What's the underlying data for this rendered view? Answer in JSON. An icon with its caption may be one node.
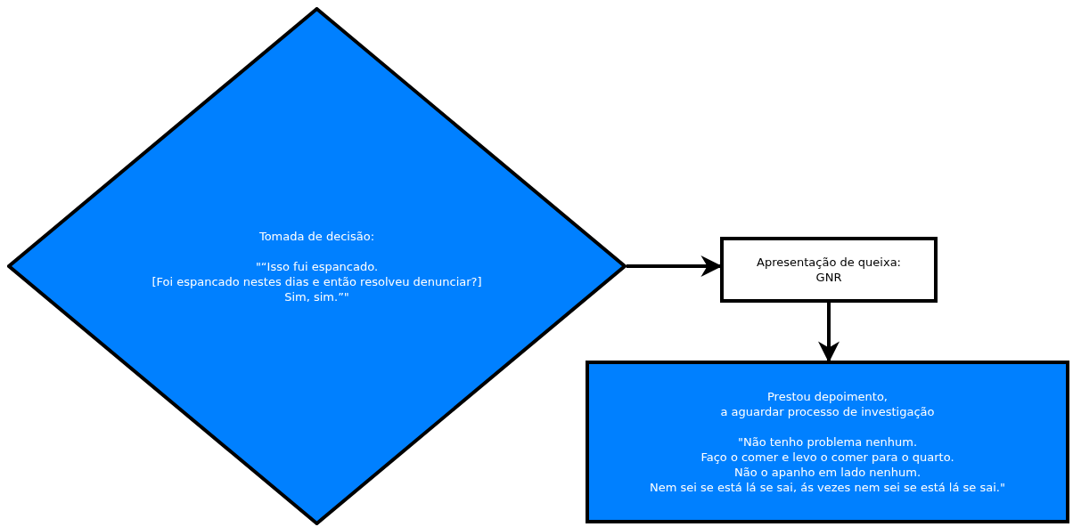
{
  "diagram": {
    "nodes": [
      {
        "text": [
          "Tomada de decisão:",
          "\"“Isso fui espancado.",
          "[Foi espancado nestes dias e então resolveu denunciar?]",
          "Sim, sim.”\""
        ]
      },
      {
        "text": [
          "Apresentação de queixa:",
          "GNR"
        ]
      },
      {
        "text": [
          "Prestou depoimento,",
          "a aguardar processo de investigação",
          "\"Não tenho problema nenhum.",
          "Faço o comer e levo o comer para o quarto.",
          "Não o apanho em lado nenhum.",
          "Nem sei se está lá se sai, ás vezes nem sei se está lá se sai.\""
        ]
      }
    ],
    "edges": [
      {
        "from": 0,
        "to": 1,
        "arrow": "to"
      },
      {
        "from": 1,
        "to": 2,
        "arrow": "to"
      }
    ]
  }
}
